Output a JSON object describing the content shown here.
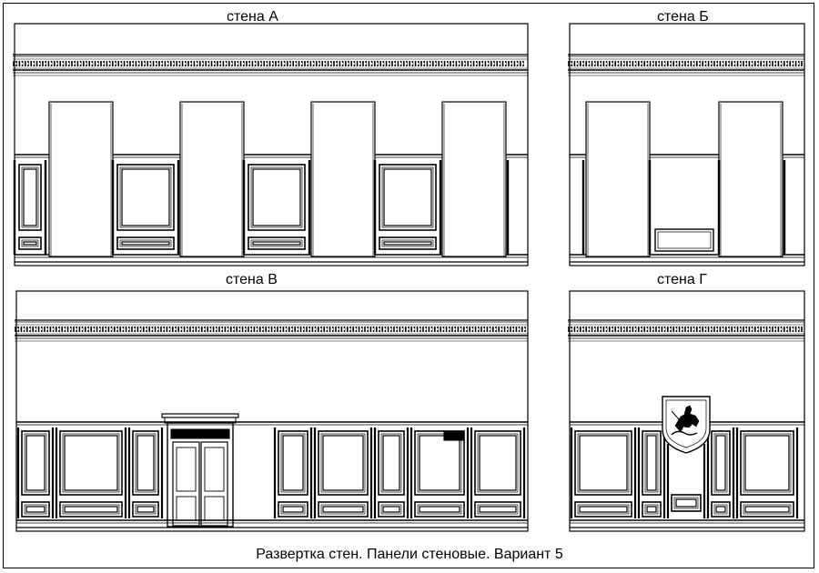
{
  "walls": {
    "a": {
      "label": "стена А"
    },
    "b": {
      "label": "стена Б"
    },
    "v": {
      "label": "стена В"
    },
    "g": {
      "label": "стена Г"
    }
  },
  "caption": "Развертка стен. Панели стеновые. Вариант 5",
  "colors": {
    "line": "#000000",
    "background": "#ffffff"
  },
  "icons": {
    "coat_of_arms": "moscow-coat-of-arms-icon"
  }
}
